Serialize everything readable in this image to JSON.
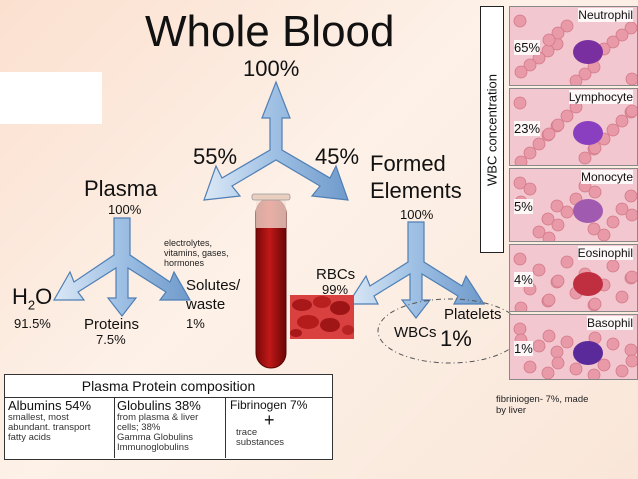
{
  "title": "Whole Blood",
  "whole_pct": "100%",
  "plasma_share": "55%",
  "formed_share": "45%",
  "plasma": {
    "label": "Plasma",
    "pct": "100%"
  },
  "solutes_note": "electrolytes,\nvitamins, gases,\nhormones",
  "water": {
    "label_h": "H",
    "label_sub": "2",
    "label_o": "O",
    "pct": "91.5%"
  },
  "proteins": {
    "label": "Proteins",
    "pct": "7.5%"
  },
  "solutes": {
    "label": "Solutes/\nwaste",
    "pct": "1%"
  },
  "formed": {
    "label": "Formed\nElements",
    "pct": "100%"
  },
  "rbcs": {
    "label": "RBCs",
    "pct": "99%"
  },
  "platelets": {
    "label": "Platelets"
  },
  "wbcs": {
    "label": "WBCs",
    "pct": "1%"
  },
  "wbc_axis": "WBC concentration",
  "cells": [
    {
      "name": "Neutrophil",
      "pct": "65%",
      "color": "#7a2fa0"
    },
    {
      "name": "Lymphocyte",
      "pct": "23%",
      "color": "#8a3fc0"
    },
    {
      "name": "Monocyte",
      "pct": "5%",
      "color": "#a05ab0"
    },
    {
      "name": "Eosinophil",
      "pct": "4%",
      "color": "#c02f3f"
    },
    {
      "name": "Basophil",
      "pct": "1%",
      "color": "#5a2a9a"
    }
  ],
  "fibrinogen_note": "fibriniogen- 7%, made\nby liver",
  "table": {
    "title": "Plasma Protein composition",
    "albumins": {
      "head": "Albumins 54%",
      "desc": "smallest, most\nabundant. transport\nfatty acids"
    },
    "globulins": {
      "head": "Globulins 38%",
      "desc": "from plasma & liver\ncells; 38%\nGamma Globulins\nImmunoglobulins"
    },
    "fibrinogen": {
      "head": "Fibrinogen 7%",
      "plus": "+",
      "desc": "trace\nsubstances"
    }
  },
  "colors": {
    "arrow": "#8fb4dc",
    "arrow_edge": "#4f7fb5",
    "blood": "#a01010"
  }
}
